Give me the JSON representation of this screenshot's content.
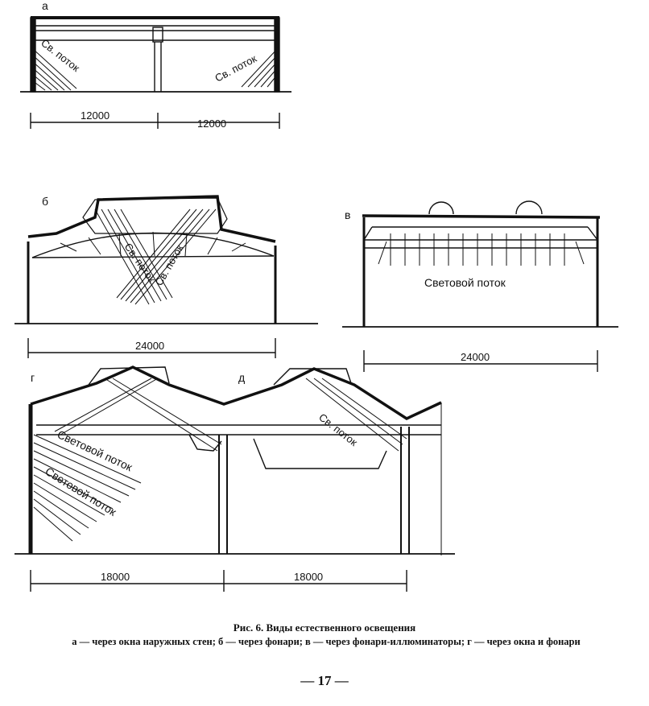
{
  "figure": {
    "panels": [
      {
        "letter": "а",
        "labels": [
          "Св. поток",
          "Св. поток"
        ],
        "dimensions": [
          "12000",
          "12000"
        ]
      },
      {
        "letter": "б",
        "labels": [
          "Св. поток",
          "Св. поток"
        ],
        "dimensions": [
          "24000"
        ]
      },
      {
        "letter": "в",
        "labels": [
          "Световой поток"
        ],
        "dimensions": [
          "24000"
        ]
      },
      {
        "letter": "г",
        "labels": [
          "Световой поток",
          "Световой поток"
        ],
        "dimensions": [
          "18000"
        ]
      },
      {
        "letter": "д",
        "labels": [
          "Св. поток"
        ],
        "dimensions": [
          "18000"
        ]
      }
    ]
  },
  "caption": {
    "title": "Рис. 6. Виды естественного освещения",
    "description": "а — через окна наружных стен; б — через фонари; в — через фонари-иллюминаторы; г — через окна и фонари"
  },
  "page_number": "— 17 —"
}
